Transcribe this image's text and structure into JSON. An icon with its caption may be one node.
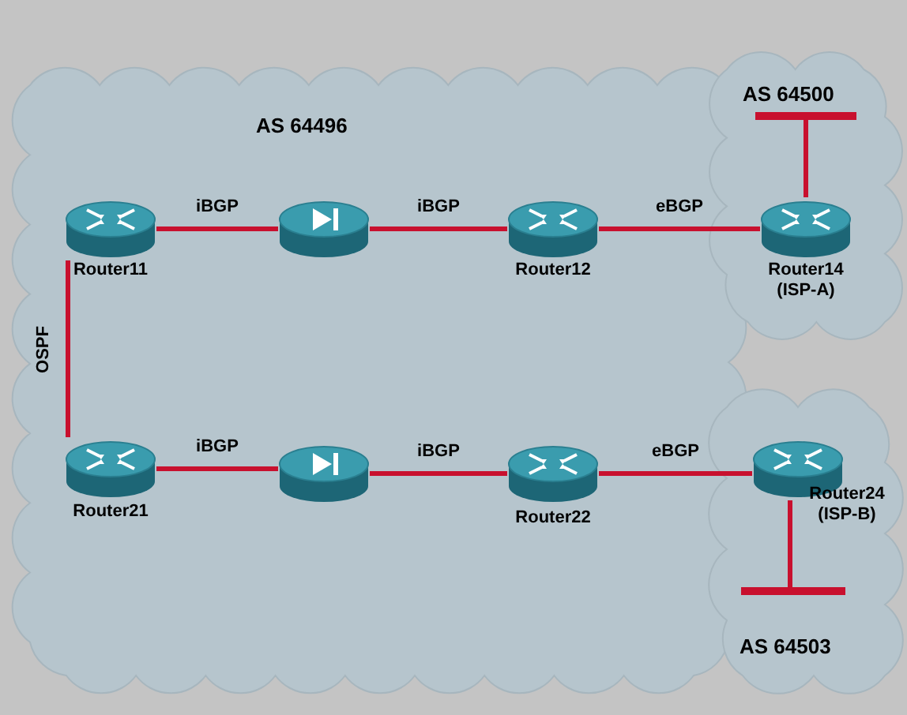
{
  "diagram": {
    "nodes": [
      {
        "text": [
          "AS 64496"
        ]
      },
      {
        "text": [
          "Router11"
        ],
        "in": 0
      },
      {
        "text": [],
        "shape": "cylinder",
        "in": 0
      },
      {
        "text": [
          "Router12"
        ],
        "in": 0
      },
      {
        "text": [
          "Router21"
        ],
        "in": 0
      },
      {
        "text": [],
        "shape": "cylinder",
        "in": 0
      },
      {
        "text": [
          "Router22"
        ],
        "in": 0
      },
      {
        "text": [
          "AS 64500"
        ]
      },
      {
        "text": [],
        "shape": "bar",
        "in": 7
      },
      {
        "text": [
          "Router14 (ISP-A)"
        ],
        "in": 7
      },
      {
        "text": [
          "AS 64503"
        ]
      },
      {
        "text": [
          "Router24 (ISP-B)"
        ],
        "in": 10
      },
      {
        "text": [],
        "shape": "bar",
        "in": 10
      }
    ],
    "edges": [
      {
        "from": 1,
        "to": 2,
        "arrow": "none",
        "label": "iBGP"
      },
      {
        "from": 2,
        "to": 3,
        "arrow": "none",
        "label": "iBGP"
      },
      {
        "from": 3,
        "to": 9,
        "arrow": "none",
        "label": "eBGP"
      },
      {
        "from": 1,
        "to": 4,
        "arrow": "none",
        "label": "OSPF"
      },
      {
        "from": 4,
        "to": 5,
        "arrow": "none",
        "label": "iBGP"
      },
      {
        "from": 5,
        "to": 6,
        "arrow": "none",
        "label": "iBGP"
      },
      {
        "from": 6,
        "to": 11,
        "arrow": "none",
        "label": "eBGP"
      },
      {
        "from": 8,
        "to": 9,
        "arrow": "none"
      },
      {
        "from": 11,
        "to": 12,
        "arrow": "none"
      }
    ]
  }
}
